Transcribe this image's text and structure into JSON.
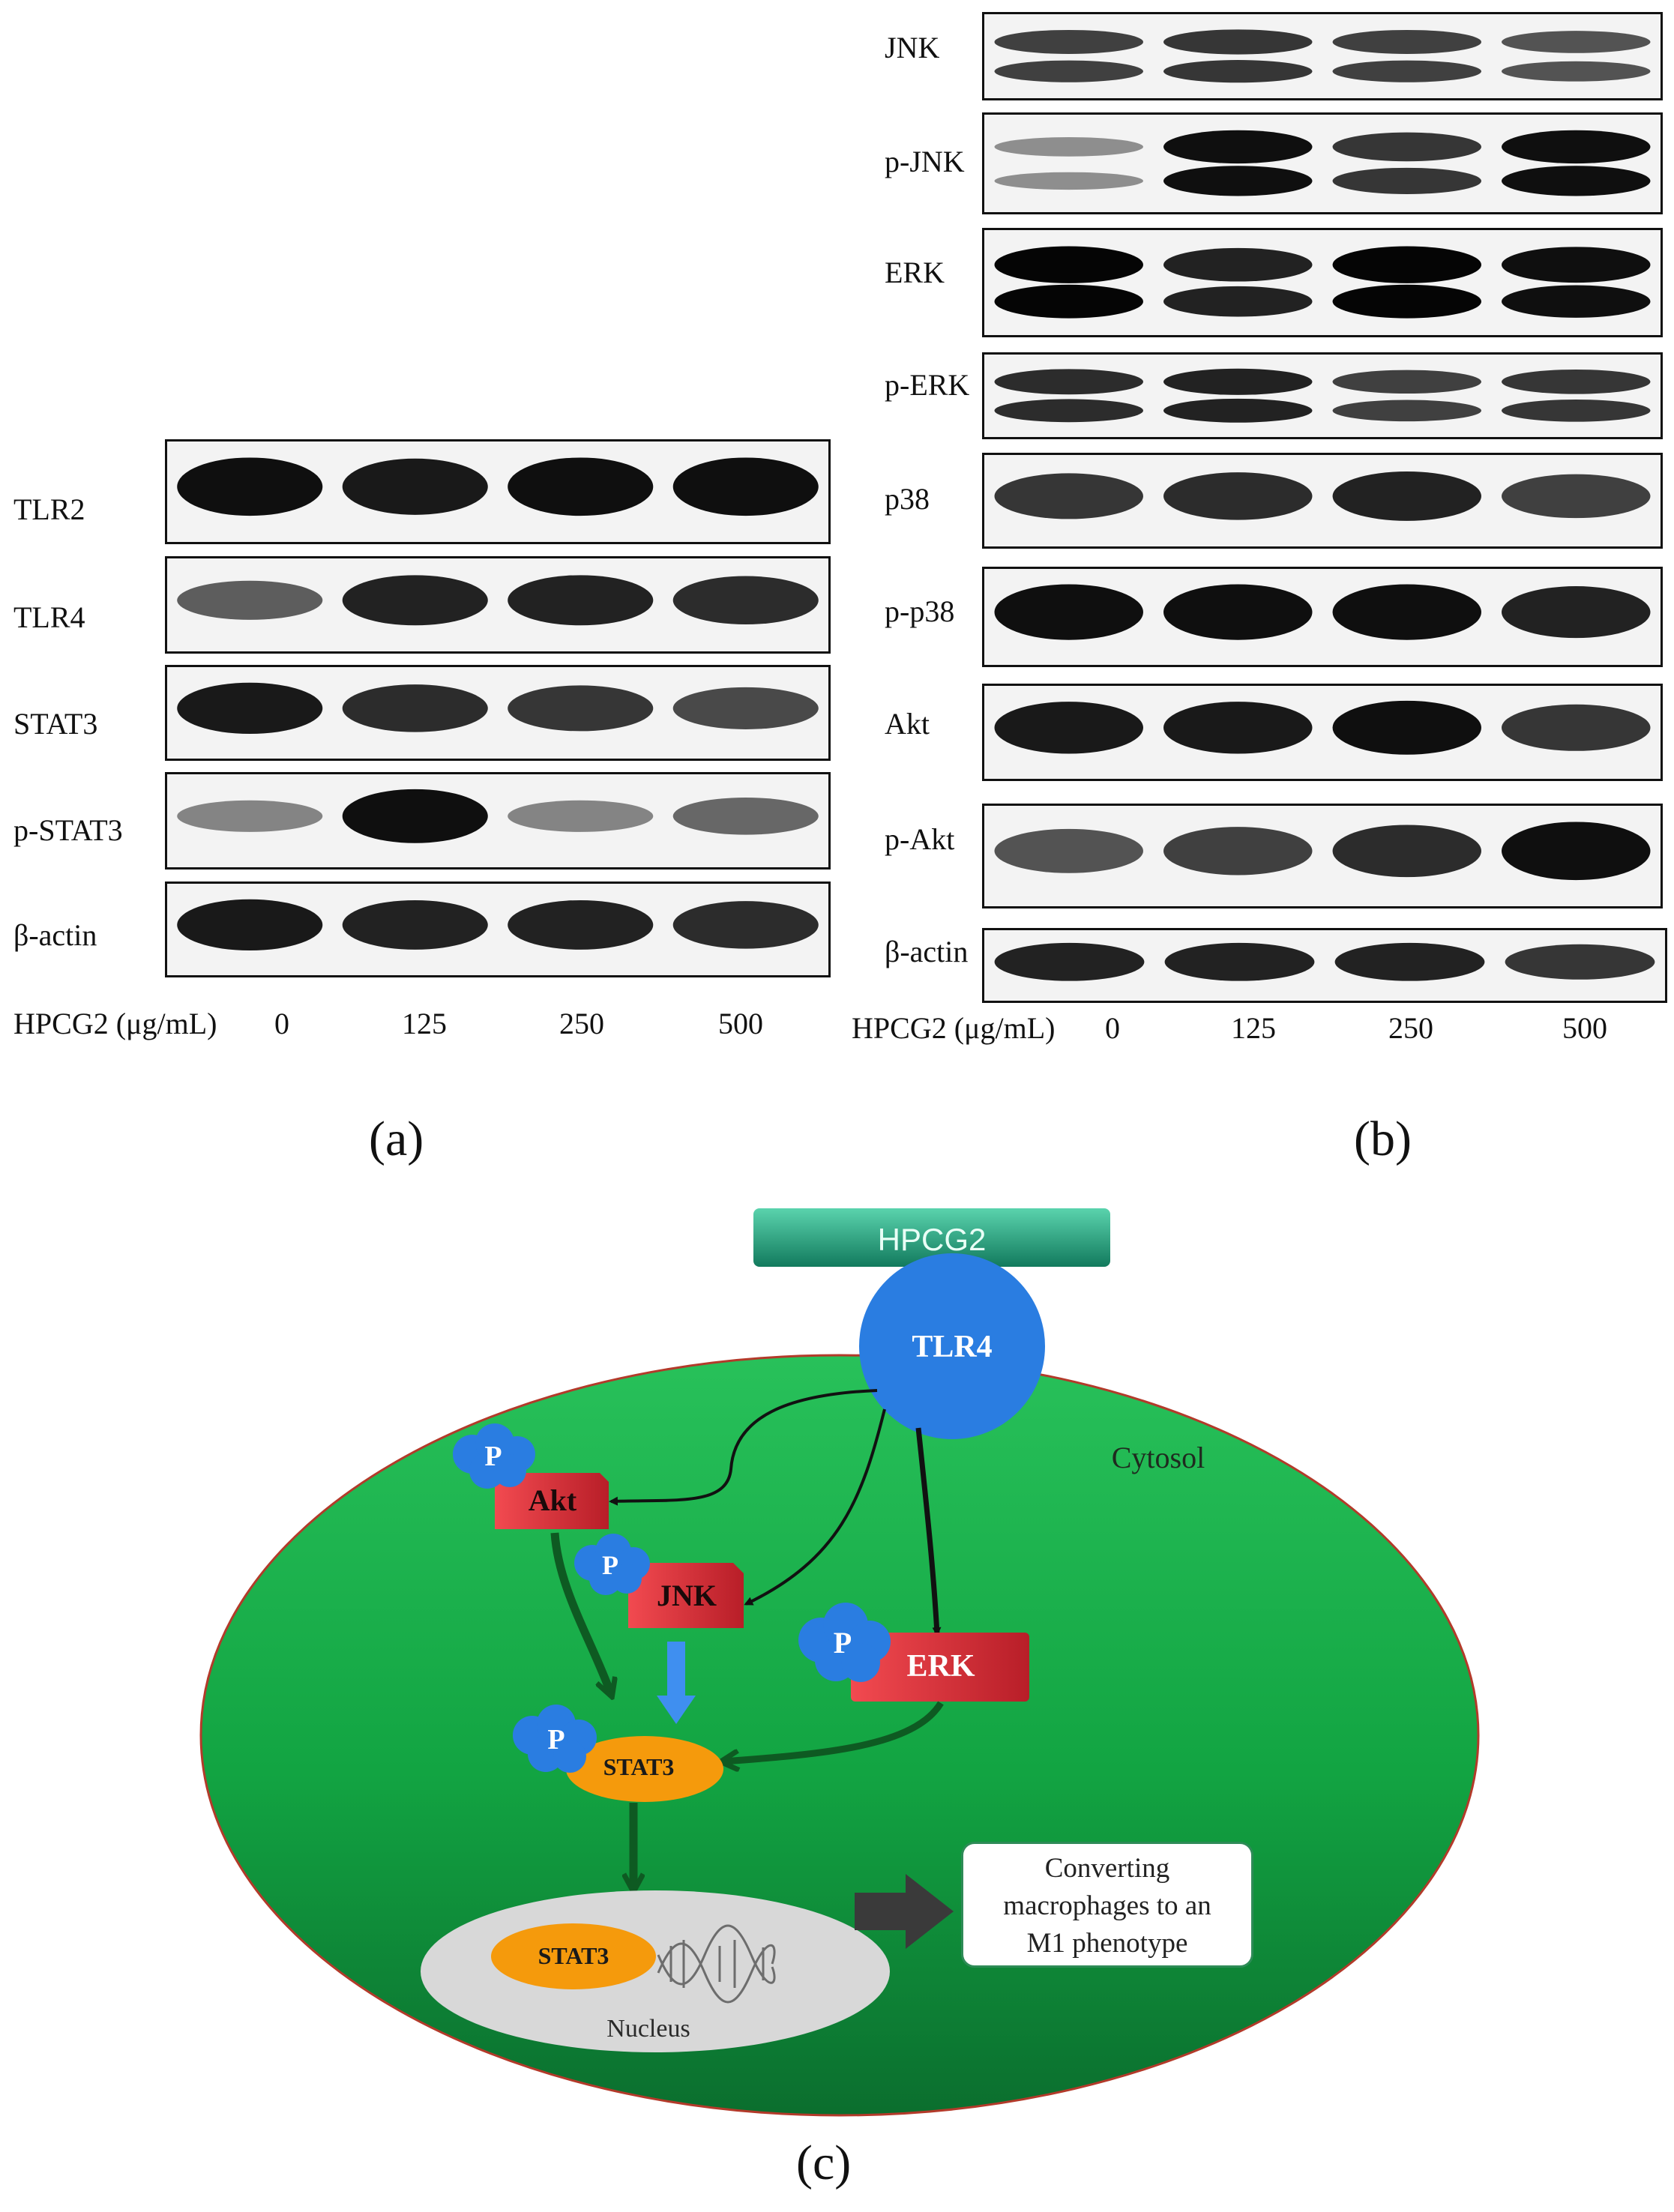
{
  "panel_a": {
    "letter": "(a)",
    "rows": [
      {
        "label": "TLR2",
        "bands": [
          0.95,
          0.9,
          0.95,
          0.95
        ],
        "double": false
      },
      {
        "label": "TLR4",
        "bands": [
          0.55,
          0.85,
          0.85,
          0.8
        ],
        "double": false
      },
      {
        "label": "STAT3",
        "bands": [
          0.9,
          0.8,
          0.75,
          0.65
        ],
        "double": false
      },
      {
        "label": "p-STAT3",
        "bands": [
          0.35,
          0.95,
          0.35,
          0.5
        ],
        "double": false
      },
      {
        "label": "β-actin",
        "bands": [
          0.9,
          0.85,
          0.85,
          0.8
        ],
        "double": false
      }
    ],
    "dose_title": "HPCG2 (μg/mL)",
    "doses": [
      "0",
      "125",
      "250",
      "500"
    ]
  },
  "panel_b": {
    "letter": "(b)",
    "rows": [
      {
        "label": "JNK",
        "bands": [
          0.7,
          0.75,
          0.7,
          0.6
        ],
        "double": true
      },
      {
        "label": "p-JNK",
        "bands": [
          0.3,
          0.95,
          0.75,
          0.95
        ],
        "double": true
      },
      {
        "label": "ERK",
        "bands": [
          1.0,
          0.85,
          1.0,
          0.95
        ],
        "double": true
      },
      {
        "label": "p-ERK",
        "bands": [
          0.8,
          0.85,
          0.7,
          0.75
        ],
        "double": true
      },
      {
        "label": "p38",
        "bands": [
          0.75,
          0.8,
          0.85,
          0.7
        ],
        "double": false
      },
      {
        "label": "p-p38",
        "bands": [
          0.95,
          0.95,
          0.95,
          0.85
        ],
        "double": false
      },
      {
        "label": "Akt",
        "bands": [
          0.9,
          0.9,
          0.95,
          0.75
        ],
        "double": false
      },
      {
        "label": "p-Akt",
        "bands": [
          0.6,
          0.7,
          0.8,
          0.95
        ],
        "double": false
      },
      {
        "label": "β-actin",
        "bands": [
          0.85,
          0.85,
          0.85,
          0.75
        ],
        "double": false
      }
    ],
    "dose_title": "HPCG2 (μg/mL)",
    "doses": [
      "0",
      "125",
      "250",
      "500"
    ]
  },
  "panel_c": {
    "letter": "(c)",
    "ligand": "HPCG2",
    "receptor": "TLR4",
    "compartment": "Cytosol",
    "phospho": "P",
    "kinases": {
      "akt": "Akt",
      "jnk": "JNK",
      "erk": "ERK"
    },
    "tf": "STAT3",
    "tf_nuclear": "STAT3",
    "nucleus": "Nucleus",
    "outcome": [
      "Converting",
      "macrophages to an",
      "M1 phenotype"
    ]
  },
  "colors": {
    "cell_green": "#1fb34a",
    "cell_dark": "#0d6a2c",
    "receptor_blue": "#2a7de1",
    "kinase_red": "#e0323a",
    "stat_orange": "#f59a0c",
    "nucleus_gray": "#d8d8d8",
    "ligand_teal": "#1f9e7c"
  }
}
